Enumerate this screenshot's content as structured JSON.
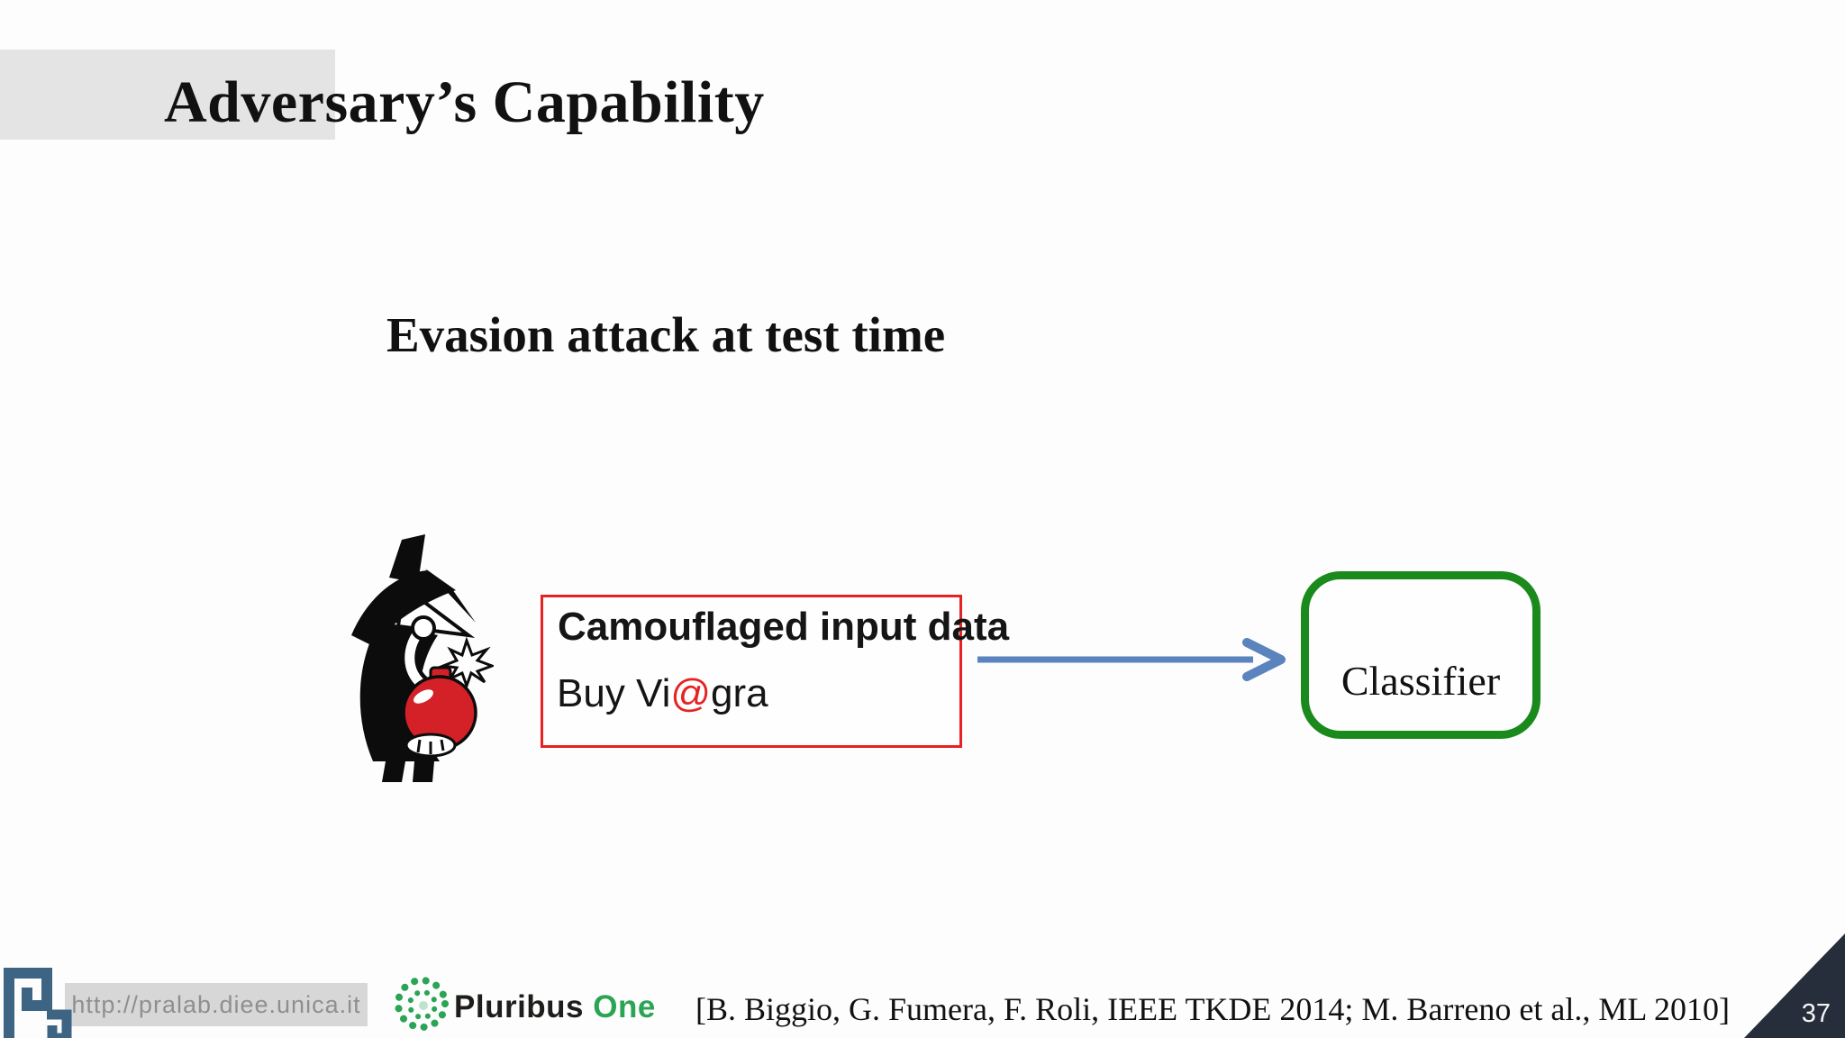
{
  "slide": {
    "title": "Adversary’s Capability",
    "subtitle": "Evasion attack at test time",
    "page_number": "37"
  },
  "diagram": {
    "input_box": {
      "heading": "Camouflaged input data",
      "message_prefix": "Buy Vi",
      "message_at": "@",
      "message_suffix": "gra"
    },
    "classifier_label": "Classifier",
    "spy_icon": "spy-with-bomb-icon",
    "arrow_icon": "right-arrow-icon"
  },
  "footer": {
    "lab_url": "http://pralab.diee.unica.it",
    "brand_prefix": "Pluribus ",
    "brand_suffix": "One",
    "citation": "[B. Biggio, G. Fumera, F. Roli, IEEE TKDE 2014; M. Barreno et al., ML 2010]"
  },
  "colors": {
    "accent_red": "#e62222",
    "arrow_blue": "#5b83bd",
    "classifier_green": "#1b8a1c",
    "brand_green": "#2aa455",
    "corner_navy": "#272e3b",
    "backdrop_gray": "#e4e4e4",
    "bar_gray": "#d7d7d7",
    "url_gray": "#8f8f8f",
    "logo_blue": "#3e6484",
    "bomb_red": "#d42027"
  }
}
